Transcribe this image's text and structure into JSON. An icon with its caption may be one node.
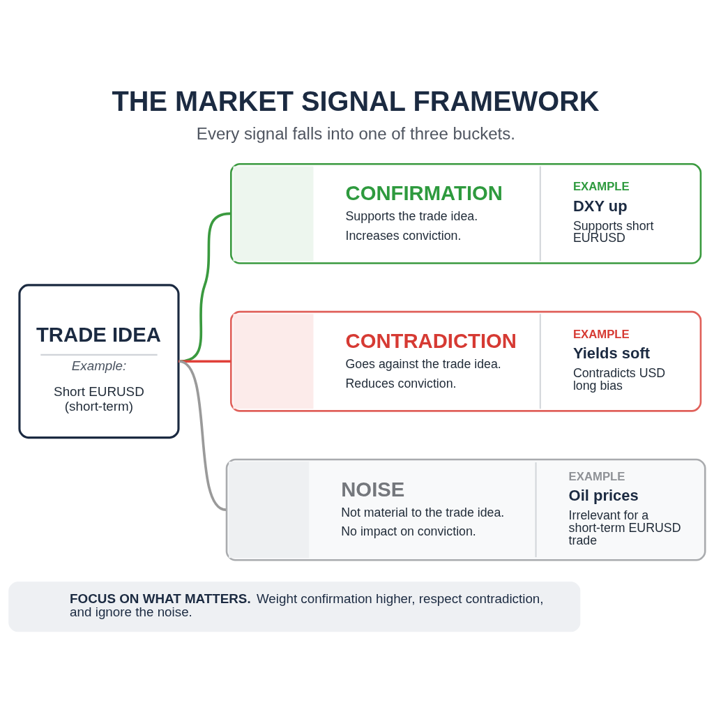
{
  "diagram": {
    "title": "THE MARKET SIGNAL FRAMEWORK",
    "caption": "Every signal falls into one of three buckets.",
    "nodes": [
      {
        "text": [
          "TRADE IDEA",
          "Example:",
          "Short EURUSD (short-term)"
        ]
      },
      {
        "text": [
          "CONFIRMATION",
          "Supports the trade idea.",
          "Increases conviction.",
          "EXAMPLE",
          "DXY up",
          "Supports short EURUSD"
        ]
      },
      {
        "text": [
          "CONTRADICTION",
          "Goes against the trade idea.",
          "Reduces conviction.",
          "EXAMPLE",
          "Yields soft",
          "Contradicts USD long bias"
        ]
      },
      {
        "text": [
          "NOISE",
          "Not material to the trade idea.",
          "No impact on conviction.",
          "EXAMPLE",
          "Oil prices",
          "Irrelevant for a short-term EURUSD trade"
        ]
      },
      {
        "text": [
          "**FOCUS ON WHAT MATTERS.** Weight confirmation higher, respect contradiction, and ignore the noise."
        ]
      }
    ],
    "edges": [
      {
        "from": 0,
        "to": 1,
        "arrow": "none",
        "color": "#3a9a3f"
      },
      {
        "from": 0,
        "to": 2,
        "arrow": "none",
        "color": "#e0413a"
      },
      {
        "from": 0,
        "to": 3,
        "arrow": "none",
        "color": "#9a9a9a"
      }
    ]
  }
}
